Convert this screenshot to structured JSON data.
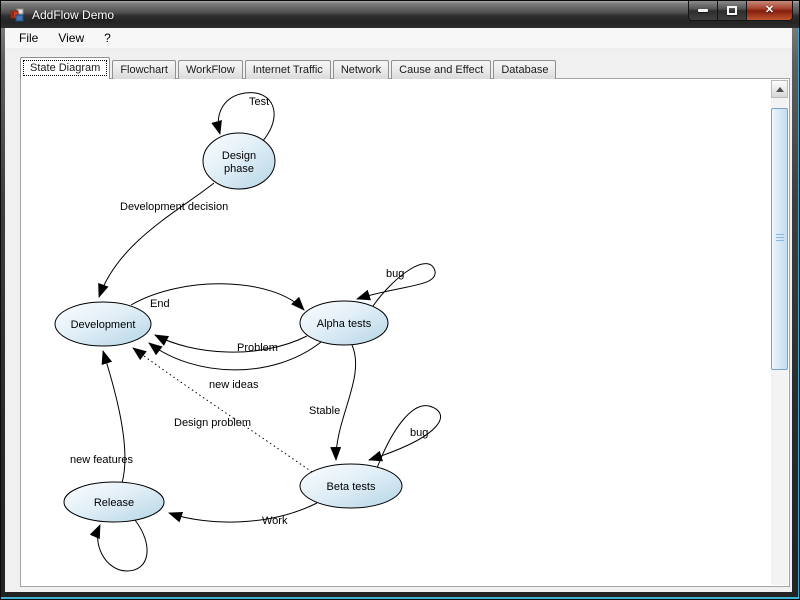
{
  "titlebar": {
    "title": "AddFlow Demo",
    "close_glyph": "✕"
  },
  "menu": {
    "items": [
      {
        "label": "File"
      },
      {
        "label": "View"
      },
      {
        "label": "?"
      }
    ]
  },
  "tabs": {
    "active": "State Diagram",
    "items": [
      {
        "label": "State Diagram",
        "active": true
      },
      {
        "label": "Flowchart",
        "active": false
      },
      {
        "label": "WorkFlow",
        "active": false
      },
      {
        "label": "Internet Traffic",
        "active": false
      },
      {
        "label": "Network",
        "active": false
      },
      {
        "label": "Cause and Effect",
        "active": false
      },
      {
        "label": "Database",
        "active": false
      }
    ]
  },
  "diagram": {
    "nodes": [
      {
        "id": "design-phase",
        "label": "Design phase",
        "lines": [
          "Design",
          "phase"
        ]
      },
      {
        "id": "development",
        "label": "Development"
      },
      {
        "id": "alpha-tests",
        "label": "Alpha tests"
      },
      {
        "id": "beta-tests",
        "label": "Beta tests"
      },
      {
        "id": "release",
        "label": "Release"
      }
    ],
    "edges": [
      {
        "from": "design-phase",
        "to": "design-phase",
        "label": "Test"
      },
      {
        "from": "design-phase",
        "to": "development",
        "label": "Development decision"
      },
      {
        "from": "development",
        "to": "alpha-tests",
        "label": "End"
      },
      {
        "from": "alpha-tests",
        "to": "alpha-tests",
        "label": "bug"
      },
      {
        "from": "alpha-tests",
        "to": "development",
        "label": "Problem"
      },
      {
        "from": "alpha-tests",
        "to": "development",
        "label": "new ideas"
      },
      {
        "from": "alpha-tests",
        "to": "beta-tests",
        "label": "Stable"
      },
      {
        "from": "beta-tests",
        "to": "beta-tests",
        "label": "bug"
      },
      {
        "from": "beta-tests",
        "to": "development",
        "label": "Design problem",
        "line_style": "dotted"
      },
      {
        "from": "beta-tests",
        "to": "release",
        "label": "Work"
      },
      {
        "from": "release",
        "to": "development",
        "label": "new features"
      },
      {
        "from": "release",
        "to": "release",
        "label": ""
      }
    ],
    "colors": {
      "node_fill_light": "#f8fcfe",
      "node_fill_dark": "#b4d5e6",
      "edge": "#000000"
    }
  }
}
